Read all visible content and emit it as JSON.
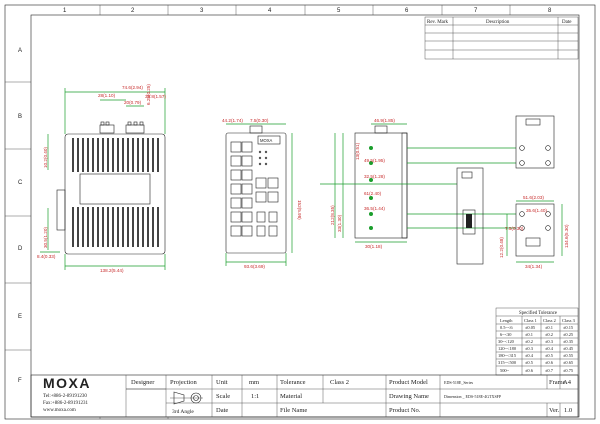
{
  "grid": {
    "columns": [
      "1",
      "2",
      "3",
      "4",
      "5",
      "6",
      "7",
      "8"
    ],
    "rows": [
      "A",
      "B",
      "C",
      "D",
      "E",
      "F"
    ]
  },
  "revision_table": {
    "headers": [
      "Rev. Mark",
      "Description",
      "Date"
    ]
  },
  "dimensions": {
    "front_top_width": "74.6(2.94)",
    "front_top_a": "28(1.10)",
    "front_top_b": "20(0.79)",
    "front_top_c": "39.8(1.57)",
    "front_top_d": "6.25(0.25)",
    "front_left": "10.2(0.40)",
    "front_left_low": "30.5(1.20)",
    "front_bottom_small": "8.4(0.33)",
    "front_bottom": "138.2(5.44)",
    "side_top_a": "44.2(1.74)",
    "side_top_b": "7.5(0.30)",
    "side_height": "152(5.98)",
    "side_bottom": "93.6(3.69)",
    "rear_top": "46.9(1.85)",
    "rear_h1": "13(0.51)",
    "rear_h2": "49.5(1.95)",
    "rear_h3": "32.5(1.28)",
    "rear_h4": "61(2.40)",
    "rear_total": "212(8.35)",
    "rear_h5": "33(1.30)",
    "rear_h6": "36.5(1.44)",
    "rear_bottom": "30(1.18)",
    "rail_top": "51.6(2.03)",
    "rail_a": "35.6(1.40)",
    "rail_b": "7.5(0.30)",
    "rail_c": "12.2(0.48)",
    "rail_d": "134.6(5.30)",
    "rail_bottom": "34(1.34)"
  },
  "tolerance": {
    "title": "Specified Tolerance",
    "headers": [
      "Length",
      "Class 1",
      "Class 2",
      "Class 3"
    ],
    "rows": [
      [
        "0.5~<6",
        "±0.05",
        "±0.1",
        "±0.15"
      ],
      [
        "6~<30",
        "±0.1",
        "±0.2",
        "±0.25"
      ],
      [
        "30~<120",
        "±0.2",
        "±0.3",
        "±0.35"
      ],
      [
        "120~<180",
        "±0.3",
        "±0.4",
        "±0.45"
      ],
      [
        "180~<315",
        "±0.4",
        "±0.5",
        "±0.55"
      ],
      [
        "315~<500",
        "±0.5",
        "±0.6",
        "±0.65"
      ],
      [
        "500~",
        "±0.6",
        "±0.7",
        "±0.75"
      ]
    ]
  },
  "title_block": {
    "logo": "MOXA",
    "tel": "Tel:+886-2-89191230",
    "fax": "Fax:+886-2-89191231",
    "web": "www.moxa.com",
    "designer_label": "Designer",
    "projection_label": "Projection",
    "projection_value": "3rd Angle",
    "unit_label": "Unit",
    "unit_value": "mm",
    "tolerance_label": "Tolerance",
    "tolerance_value": "Class 2",
    "product_model_label": "Product Model",
    "product_model_value": "EDS-518E_Series",
    "frame_label": "Frame",
    "frame_value": "A4",
    "scale_label": "Scale",
    "scale_value": "1:1",
    "material_label": "Material",
    "drawing_name_label": "Drawing Name",
    "drawing_name_value": "Dimension _ EDS-518E-4GTXSFP",
    "date_label": "Date",
    "file_name_label": "File Name",
    "product_no_label": "Product No.",
    "ver_label": "Ver.",
    "ver_value": "1.0"
  },
  "device": {
    "brand_badge": "MOXA"
  }
}
